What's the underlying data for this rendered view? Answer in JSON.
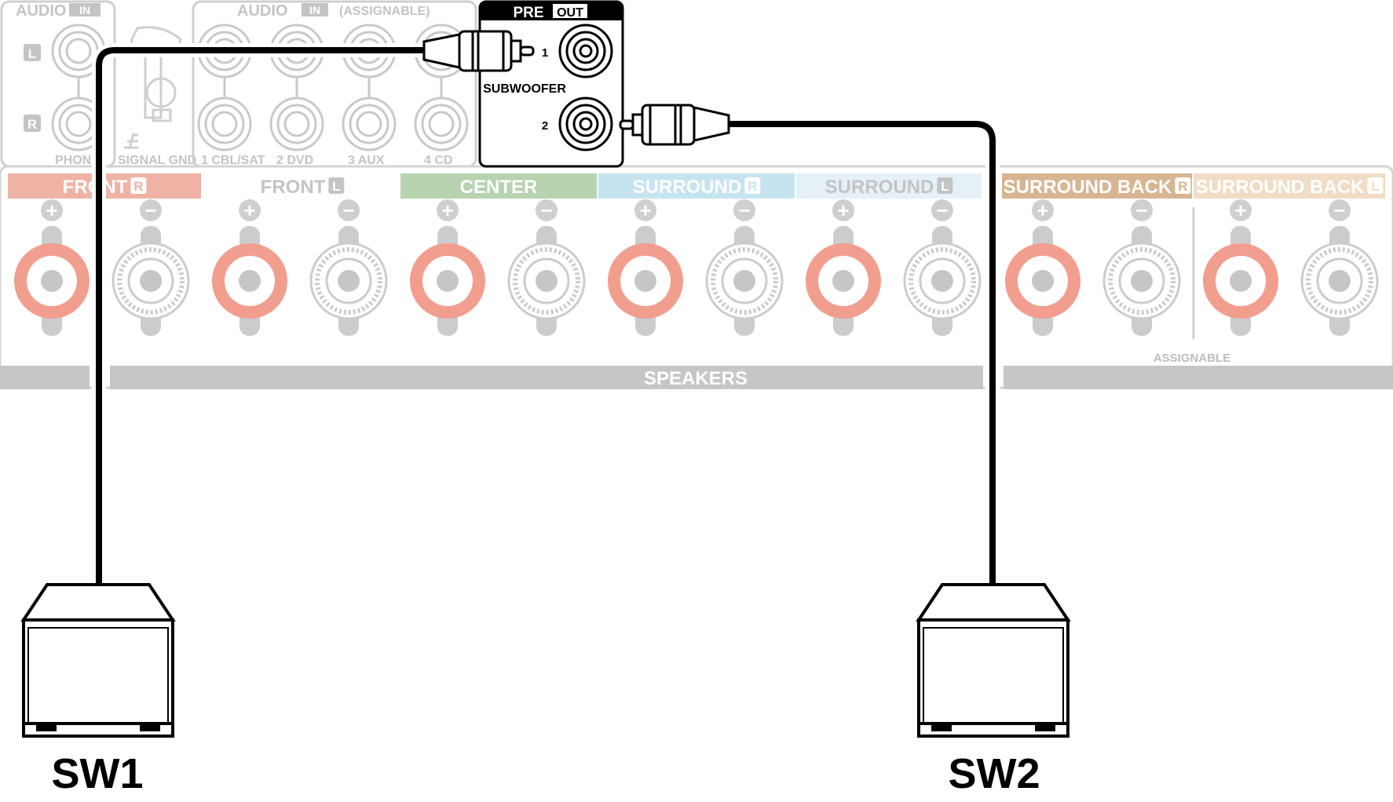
{
  "audio_in": {
    "title_left": "AUDIO",
    "title_badge": "IN",
    "title_right": "AUDIO",
    "assignable_note": "(ASSIGNABLE)",
    "side_L": "L",
    "side_R": "R",
    "phono_label": "PHONO",
    "signal_gnd_label": "SIGNAL GND",
    "inputs": [
      "1 CBL/SAT",
      "2 DVD",
      "3 AUX",
      "4 CD"
    ]
  },
  "pre_out": {
    "title": "PRE",
    "badge": "OUT",
    "subwoofer_label": "SUBWOOFER",
    "jack_1": "1",
    "jack_2": "2"
  },
  "speakers": {
    "bar_label": "SPEAKERS",
    "assignable_label": "ASSIGNABLE",
    "channels": [
      {
        "name": "FRONT",
        "side": "R",
        "color": "#efb3a6"
      },
      {
        "name": "FRONT",
        "side": "L",
        "color": "#ffffff"
      },
      {
        "name": "CENTER",
        "side": "",
        "color": "#b7d3b0"
      },
      {
        "name": "SURROUND",
        "side": "R",
        "color": "#c6e4f0"
      },
      {
        "name": "SURROUND",
        "side": "L",
        "color": "#e4f1f7"
      },
      {
        "name": "SURROUND BACK",
        "side": "R",
        "color": "#d8b592"
      },
      {
        "name": "SURROUND BACK",
        "side": "L",
        "color": "#f1dcc5"
      }
    ],
    "plus_symbol": "+",
    "minus_symbol": "−"
  },
  "subwoofers": [
    {
      "label": "SW1"
    },
    {
      "label": "SW2"
    }
  ],
  "colors": {
    "faded_gray": "#c9c9c9",
    "terminal_red": "#f29e8e",
    "cable": "#000000"
  }
}
